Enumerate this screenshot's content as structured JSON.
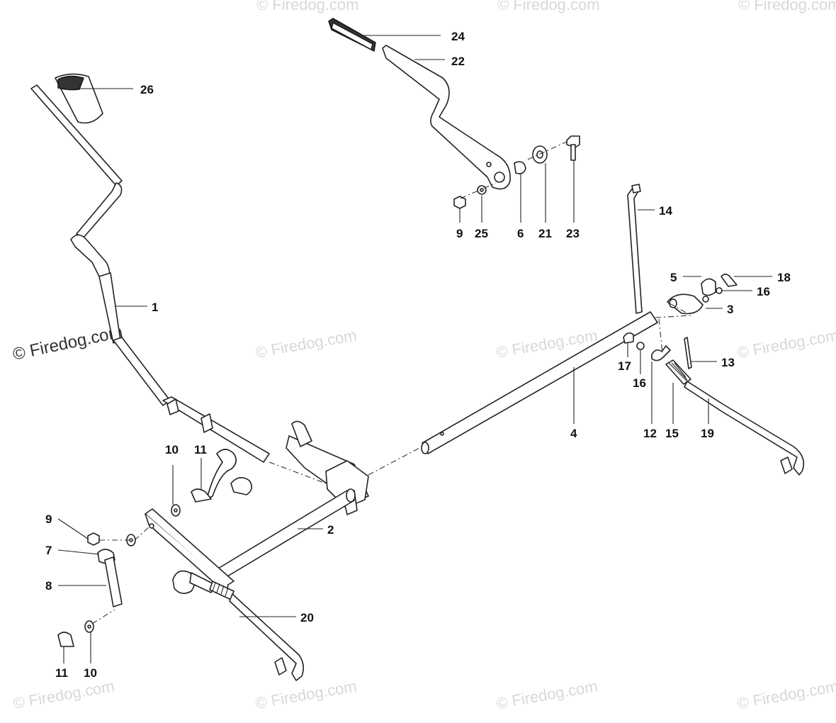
{
  "watermark": {
    "main_text": "© Firedog.com",
    "repeat_text": "© Firedog.com"
  },
  "callouts": {
    "c26": "26",
    "c24": "24",
    "c22": "22",
    "c1": "1",
    "c14": "14",
    "c9_top": "9",
    "c25": "25",
    "c6": "6",
    "c21": "21",
    "c23": "23",
    "c5": "5",
    "c18": "18",
    "c16_r": "16",
    "c3": "3",
    "c13": "13",
    "c17": "17",
    "c16_b": "16",
    "c12": "12",
    "c15": "15",
    "c19": "19",
    "c4": "4",
    "c10_top": "10",
    "c11_top": "11",
    "c9_left": "9",
    "c7": "7",
    "c2": "2",
    "c8": "8",
    "c20": "20",
    "c11_bot": "11",
    "c10_bot": "10"
  },
  "colors": {
    "line": "#222222",
    "watermark": "#d8d8d8",
    "background": "#ffffff"
  }
}
